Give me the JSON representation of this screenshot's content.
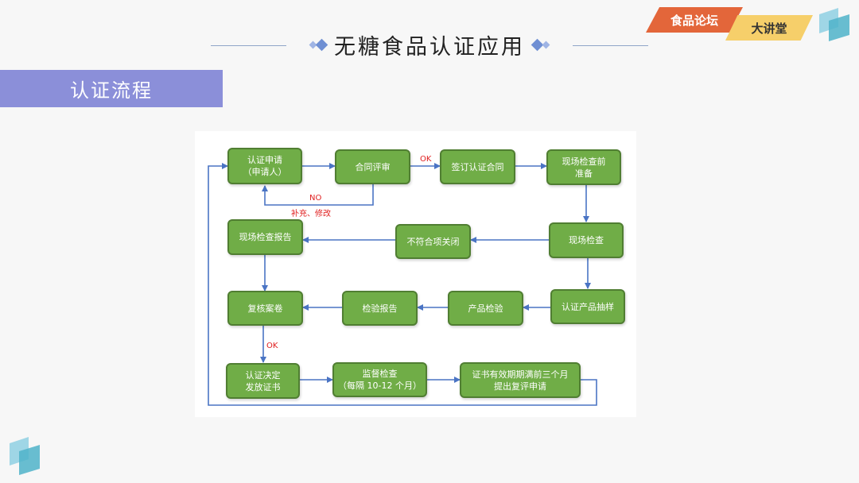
{
  "header": {
    "title": "无糖食品认证应用",
    "badge_primary": "食品论坛",
    "badge_secondary": "大讲堂"
  },
  "section": {
    "label": "认证流程"
  },
  "flow": {
    "nodes": [
      {
        "id": "apply",
        "line1": "认证申请",
        "line2": "（申请人）"
      },
      {
        "id": "contract_review",
        "line1": "合同评审",
        "line2": ""
      },
      {
        "id": "sign_contract",
        "line1": "签订认证合同",
        "line2": ""
      },
      {
        "id": "onsite_prep",
        "line1": "现场检查前",
        "line2": "准备"
      },
      {
        "id": "onsite_check",
        "line1": "现场检查",
        "line2": ""
      },
      {
        "id": "close_nonconform",
        "line1": "不符合项关闭",
        "line2": ""
      },
      {
        "id": "onsite_report",
        "line1": "现场检查报告",
        "line2": ""
      },
      {
        "id": "sampling",
        "line1": "认证产品抽样",
        "line2": ""
      },
      {
        "id": "product_test",
        "line1": "产品检验",
        "line2": ""
      },
      {
        "id": "test_report",
        "line1": "检验报告",
        "line2": ""
      },
      {
        "id": "review_file",
        "line1": "复核案卷",
        "line2": ""
      },
      {
        "id": "decision",
        "line1": "认证决定",
        "line2": "发放证书"
      },
      {
        "id": "supervision",
        "line1": "监督检查",
        "line2": "（每隔 10-12 个月）"
      },
      {
        "id": "renewal",
        "line1": "证书有效期期满前三个月",
        "line2": "提出复评申请"
      }
    ],
    "labels": {
      "ok_sign": "OK",
      "no": "NO",
      "supplement": "补充、修改",
      "ok_decision": "OK"
    }
  }
}
